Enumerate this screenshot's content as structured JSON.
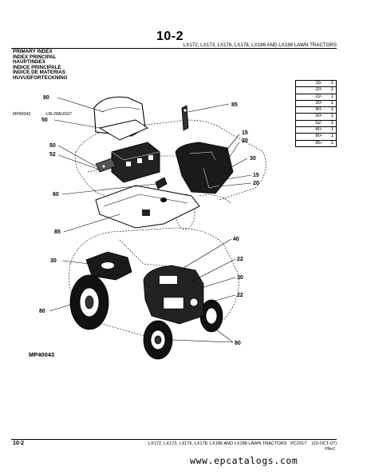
{
  "header": {
    "title": "10-2",
    "subtitle": "LX172, LX173, LX176, LX178, LX186 AND LX188 LAWN TRACTORS"
  },
  "index_labels": [
    "PRIMARY INDEX",
    "INDEX PRINCIPAL",
    "HAUPTINDEX",
    "INDICE PRINCIPALE",
    "INDICE DE MATERIAS",
    "HUVUDFORTECKNING"
  ],
  "figure": {
    "ref_left": "MP40043",
    "ref_right": "-UN-28AUG07",
    "figure_id": "MP40043"
  },
  "index_table": [
    {
      "key": "15-",
      "val": "1"
    },
    {
      "key": "20-",
      "val": "1"
    },
    {
      "key": "22-",
      "val": "1"
    },
    {
      "key": "30-",
      "val": "1"
    },
    {
      "key": "40-",
      "val": "1"
    },
    {
      "key": "50-",
      "val": "1"
    },
    {
      "key": "52-",
      "val": "1"
    },
    {
      "key": "60-",
      "val": "1"
    },
    {
      "key": "80-",
      "val": "1"
    },
    {
      "key": "85-",
      "val": "1"
    }
  ],
  "callouts": {
    "c80a": "80",
    "c85a": "85",
    "c50a": "50",
    "c15a": "15",
    "c20a": "20",
    "c50b": "50",
    "c52": "52",
    "c30a": "30",
    "c15b": "15",
    "c20b": "20",
    "c60": "60",
    "c85b": "85",
    "c40": "40",
    "c30b": "30",
    "c22a": "22",
    "c30c": "30",
    "c22b": "22",
    "c80b": "80",
    "c80c": "80"
  },
  "footer": {
    "page": "10-2",
    "models": "LX172, LX173, LX176, LX178, LX186 AND LX188 LAWN TRACTORS",
    "pc": "PC2317",
    "date": "(22-OCT-07)",
    "sub": "PN=2"
  },
  "watermark": "www.epcatalogs.com"
}
